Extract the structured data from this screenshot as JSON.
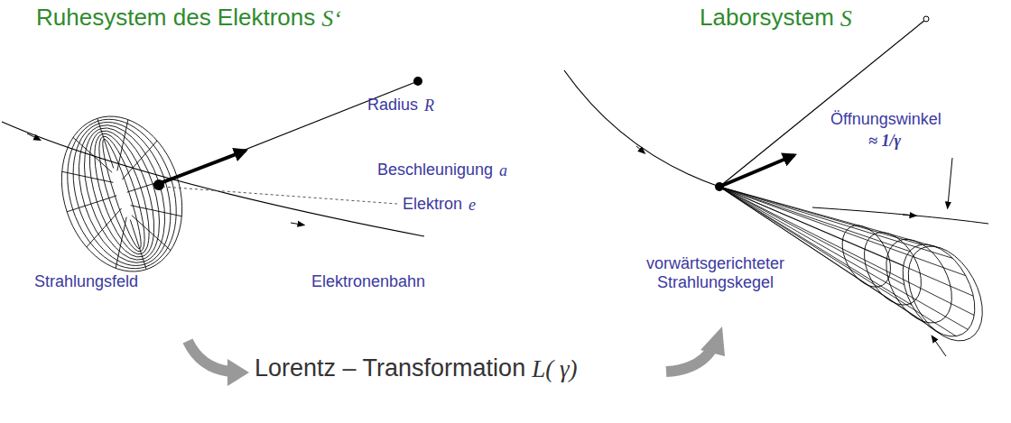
{
  "diagram": {
    "labels": [
      "Ruhesystem des Elektrons",
      "S‘",
      "Laborsystem",
      "S",
      "Radius",
      "R",
      "Beschleunigung",
      "a",
      "Elektron",
      "e",
      "Strahlungsfeld",
      "Elektronenbahn",
      "Öffnungswinkel",
      "≈ 1/γ",
      "vorwärtsgerichteter Strahlungskegel",
      "Lorentz – Transformation",
      "L( γ)"
    ]
  }
}
